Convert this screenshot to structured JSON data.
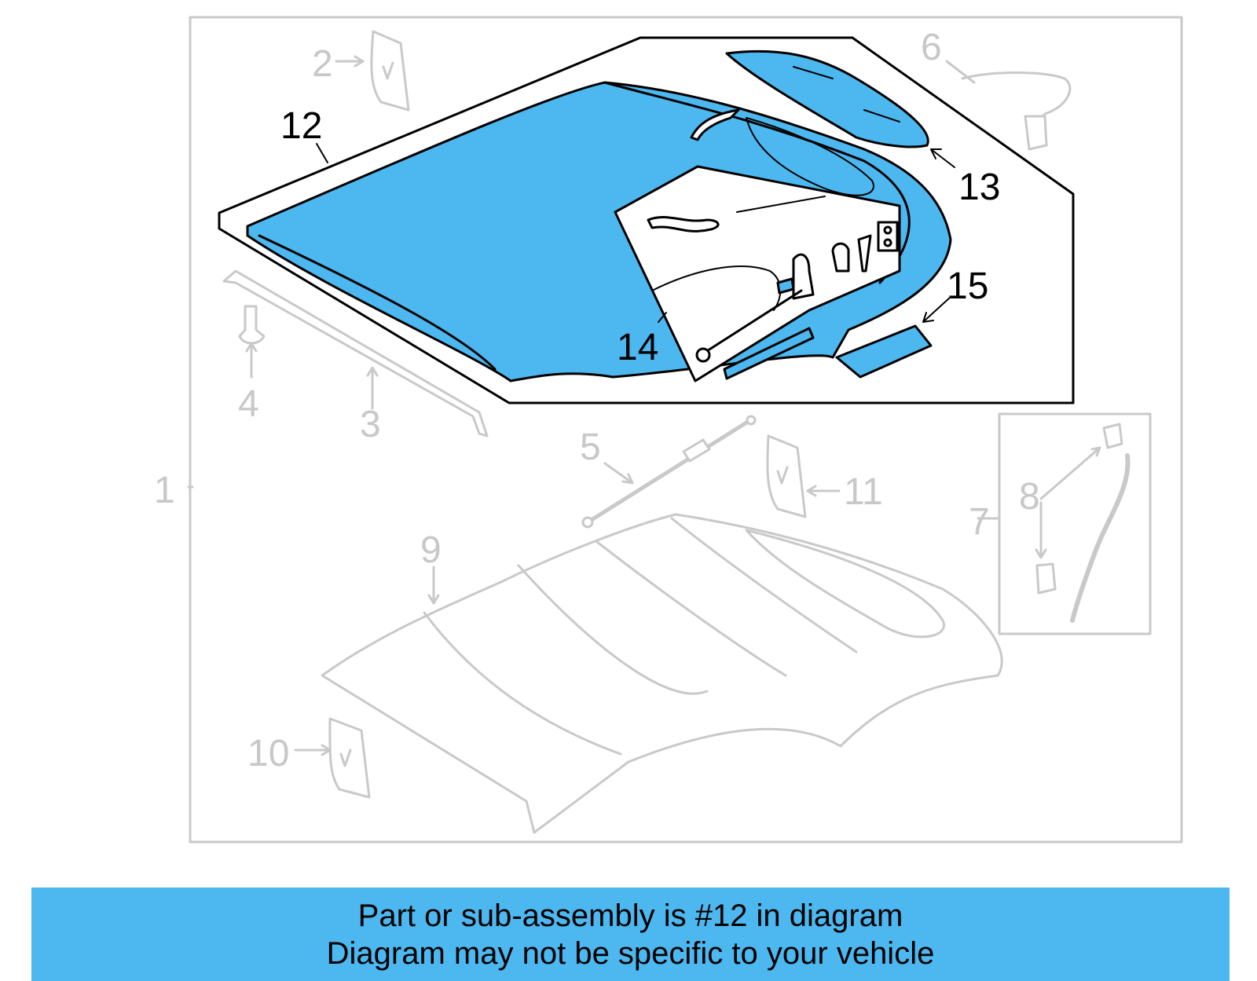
{
  "banner": {
    "line1": "Part or sub-assembly is #12 in diagram",
    "line2": "Diagram may not be specific to your vehicle",
    "background": "#4db8f0"
  },
  "highlight_color": "#4db8f0",
  "callouts": {
    "c1": "1",
    "c2": "2",
    "c3": "3",
    "c4": "4",
    "c5": "5",
    "c6": "6",
    "c7": "7",
    "c8": "8",
    "c9": "9",
    "c10": "10",
    "c11": "11",
    "c12": "12",
    "c13": "13",
    "c14": "14",
    "c15": "15"
  },
  "highlighted_part": "12"
}
